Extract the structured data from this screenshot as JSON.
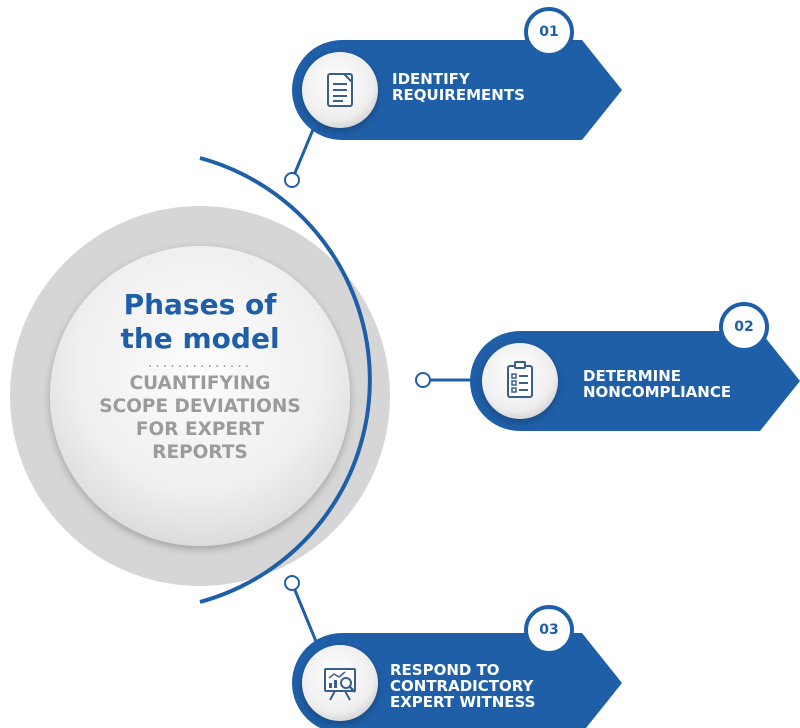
{
  "center": {
    "title_line1": "Phases of",
    "title_line2": "the model",
    "dots": "..............",
    "subtitle_line1": "CUANTIFYING",
    "subtitle_line2": "SCOPE DEVIATIONS",
    "subtitle_line3": "FOR EXPERT",
    "subtitle_line4": "REPORTS"
  },
  "steps": [
    {
      "number": "01",
      "line1": "IDENTIFY",
      "line2": "REQUIREMENTS",
      "line3": "",
      "icon": "document-icon"
    },
    {
      "number": "02",
      "line1": "DETERMINE",
      "line2": "NONCOMPLIANCE",
      "line3": "",
      "icon": "checklist-clipboard-icon"
    },
    {
      "number": "03",
      "line1": "RESPOND TO",
      "line2": "CONTRADICTORY",
      "line3": "EXPERT WITNESS",
      "icon": "chart-presentation-icon"
    }
  ],
  "colors": {
    "primary_blue": "#1f5fa8",
    "badge_bg": "#ffffff",
    "circle_gray": "#d6d6d6",
    "subtitle_gray": "#9b9b9b"
  }
}
